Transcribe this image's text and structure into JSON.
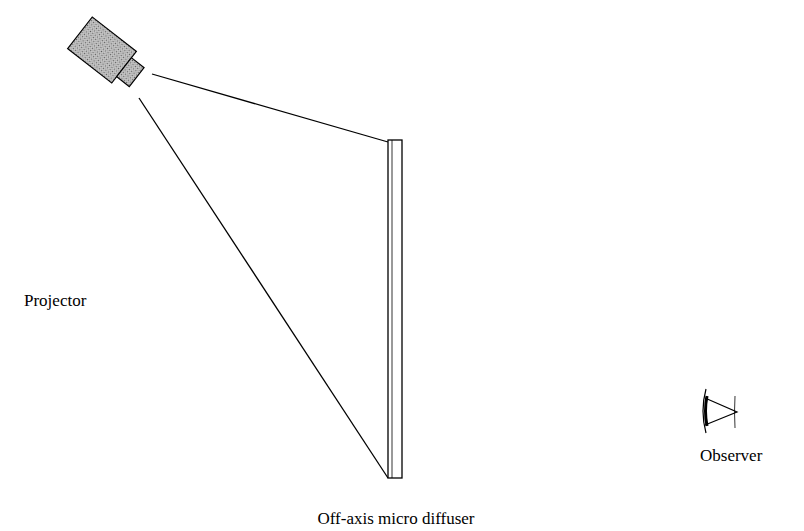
{
  "diagram": {
    "labels": [
      "Projector",
      "Observer",
      "Off-axis micro diffuser"
    ]
  }
}
